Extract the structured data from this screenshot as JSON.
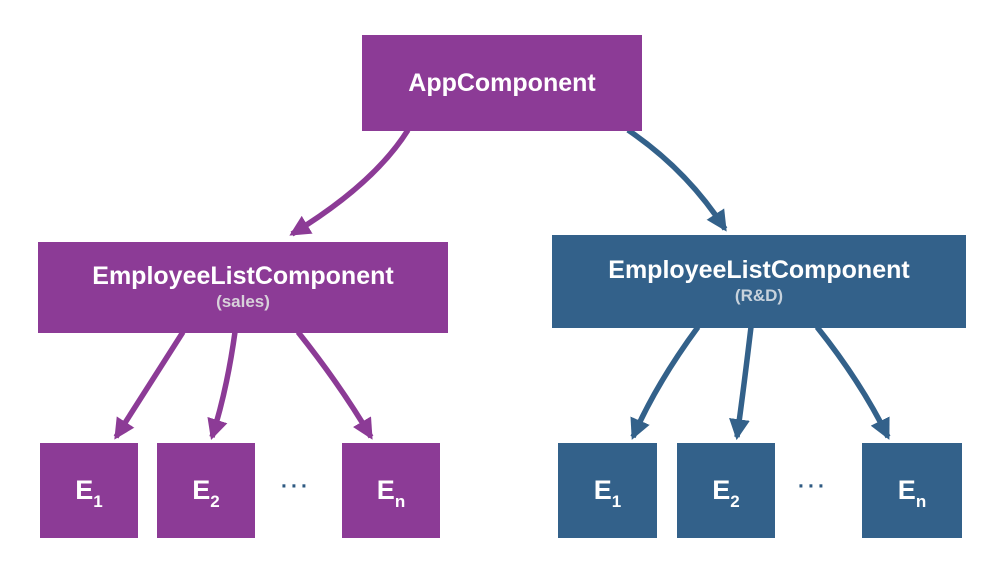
{
  "colors": {
    "purple": "#8c3b96",
    "blue": "#33618a",
    "white_text": "#ffffff",
    "subtitle_sales": "#d8d1da",
    "subtitle_rd": "#c7d2dc",
    "ellipsis": "#2e5a82",
    "background": "#ffffff"
  },
  "root": {
    "label": "AppComponent"
  },
  "branches": [
    {
      "title": "EmployeeListComponent",
      "subtitle": "(sales)",
      "children": [
        {
          "base": "E",
          "sub": "1"
        },
        {
          "base": "E",
          "sub": "2"
        },
        {
          "base": "E",
          "sub": "n"
        }
      ],
      "ellipsis": "···"
    },
    {
      "title": "EmployeeListComponent",
      "subtitle": "(R&D)",
      "children": [
        {
          "base": "E",
          "sub": "1"
        },
        {
          "base": "E",
          "sub": "2"
        },
        {
          "base": "E",
          "sub": "n"
        }
      ],
      "ellipsis": "···"
    }
  ]
}
